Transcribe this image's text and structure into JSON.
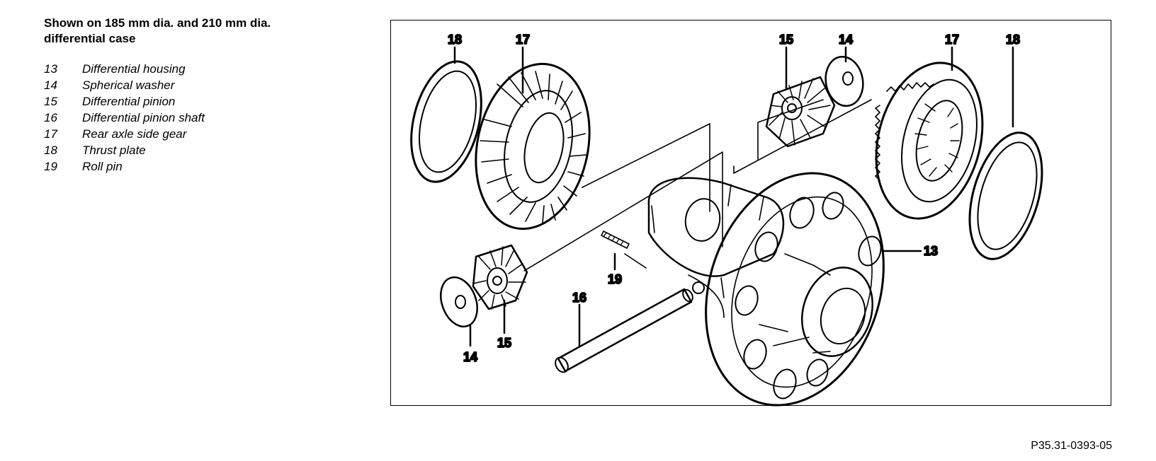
{
  "heading": {
    "line1": "Shown on 185 mm dia. and 210 mm dia.",
    "line2": "differential case"
  },
  "legend": [
    {
      "num": "13",
      "label": "Differential housing"
    },
    {
      "num": "14",
      "label": "Spherical washer"
    },
    {
      "num": "15",
      "label": "Differential pinion"
    },
    {
      "num": "16",
      "label": "Differential pinion shaft"
    },
    {
      "num": "17",
      "label": "Rear axle side gear"
    },
    {
      "num": "18",
      "label": "Thrust plate"
    },
    {
      "num": "19",
      "label": "Roll pin"
    }
  ],
  "callouts": {
    "c18_left": "18",
    "c17_left": "17",
    "c15_top": "15",
    "c14_top": "14",
    "c17_right": "17",
    "c18_right": "18",
    "c13": "13",
    "c19": "19",
    "c16": "16",
    "c14_bottom": "14",
    "c15_bottom": "15"
  },
  "figure_code": "P35.31-0393-05"
}
